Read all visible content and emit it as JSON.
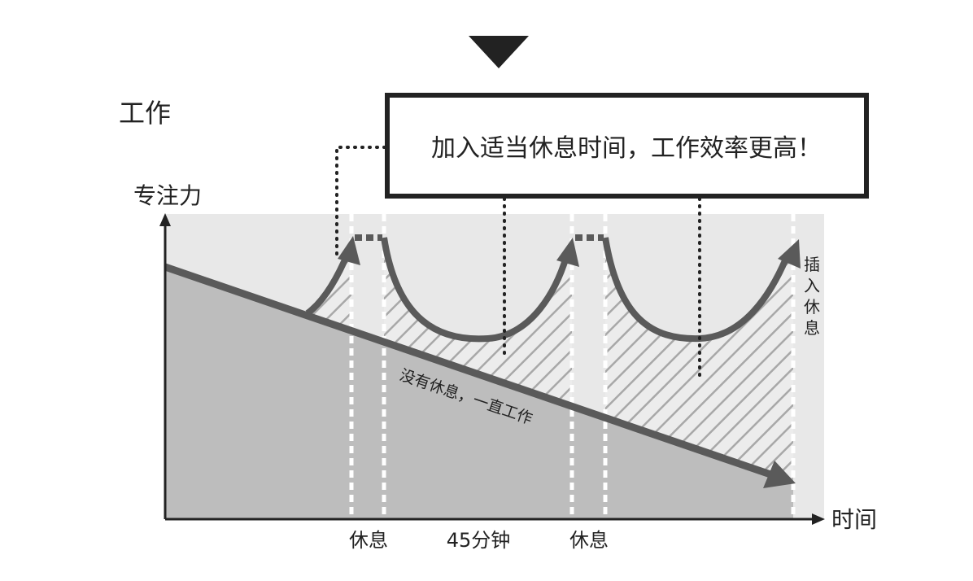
{
  "header": {
    "label": "工作"
  },
  "callout": {
    "text": "加入适当休息时间，工作效率更高！"
  },
  "axes": {
    "y_label": "专注力",
    "x_label": "时间"
  },
  "annotations": {
    "decline_line": "没有休息，一直工作",
    "insert_rest": [
      "插",
      "入",
      "休",
      "息"
    ]
  },
  "bottom_labels": {
    "rest_1": "休息",
    "work_duration": "45分钟",
    "rest_2": "休息"
  },
  "colors": {
    "plot_background": "#e8e8e8",
    "decline_area": "#bdbdbd",
    "curve": "#5a5a5a",
    "hatch": "#a8a8a8",
    "callout_border": "#222222"
  }
}
